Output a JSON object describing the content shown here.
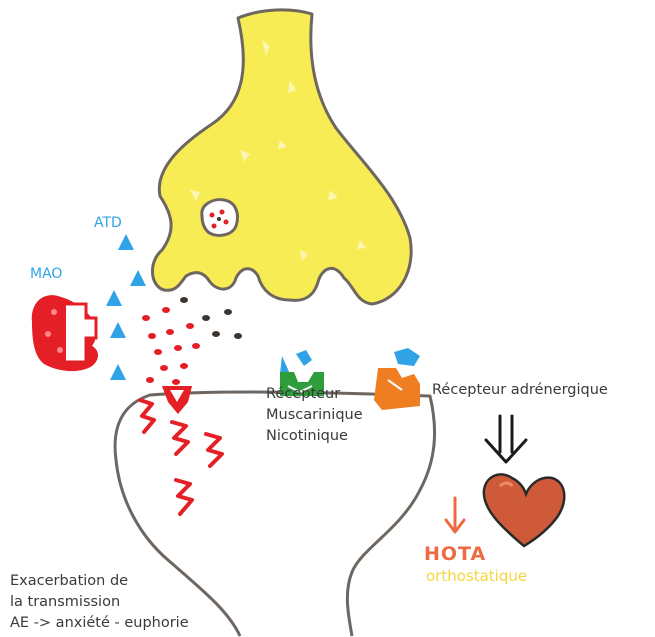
{
  "labels": {
    "atd": "ATD",
    "mao": "MAO",
    "receptor_muscarinic": [
      "Récepteur",
      "Muscarinique",
      "Nicotinique"
    ],
    "receptor_adrenergic": "Récepteur adrénergique",
    "hota": "HOTA",
    "orthostatique": "orthostatique",
    "note": [
      "Exacerbation de",
      "la transmission",
      "AE -> anxiété - euphorie"
    ]
  },
  "colors": {
    "presynaptic_neuron": "#f8ec55",
    "outline": "#6e6660",
    "mao_enzyme": "#e41f26",
    "atd_triangles": "#2fa3e6",
    "red_vesicles": "#e41f26",
    "dark_vesicles": "#3d3530",
    "muscarinic_receptor": "#2e9e3c",
    "adrenergic_receptor": "#ef7d22",
    "heart": "#cf5a3a",
    "hota_text": "#ef6a42",
    "orthostatique_text": "#f4d63c"
  }
}
